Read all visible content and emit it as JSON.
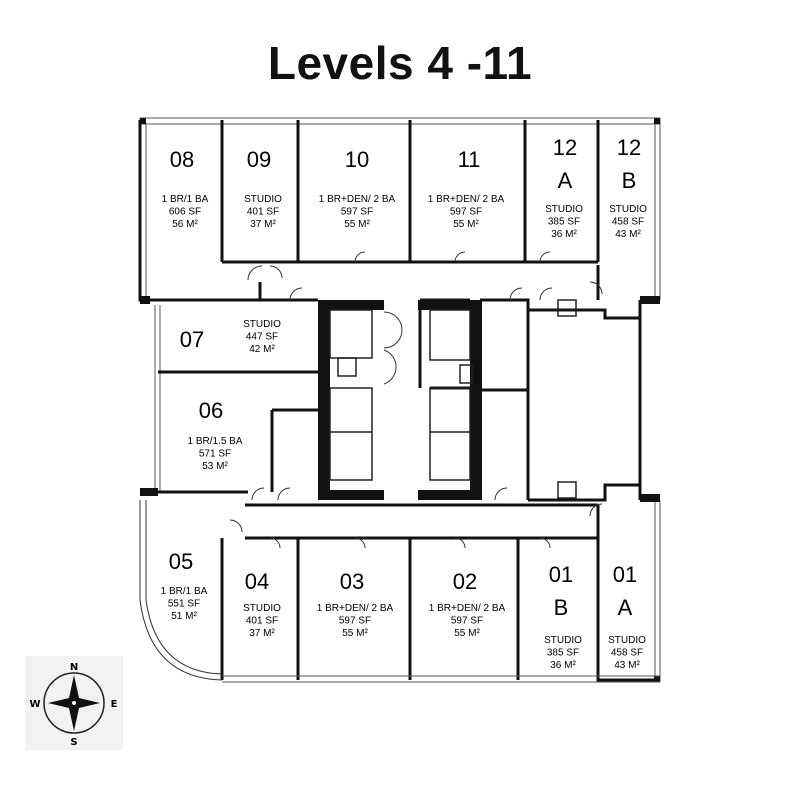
{
  "title": "Levels 4 -11",
  "units": [
    {
      "id": "u08",
      "number": "08",
      "lines": [
        "1 BR/1 BA",
        "606 SF",
        "56 M²"
      ]
    },
    {
      "id": "u09",
      "number": "09",
      "lines": [
        "STUDIO",
        "401 SF",
        "37 M²"
      ]
    },
    {
      "id": "u10",
      "number": "10",
      "lines": [
        "1 BR+DEN/ 2 BA",
        "597 SF",
        "55 M²"
      ]
    },
    {
      "id": "u11",
      "number": "11",
      "lines": [
        "1 BR+DEN/ 2 BA",
        "597 SF",
        "55 M²"
      ]
    },
    {
      "id": "u12a",
      "number": "12",
      "letter": "A",
      "lines": [
        "STUDIO",
        "385 SF",
        "36 M²"
      ]
    },
    {
      "id": "u12b",
      "number": "12",
      "letter": "B",
      "lines": [
        "STUDIO",
        "458 SF",
        "43 M²"
      ]
    },
    {
      "id": "u07",
      "number": "07",
      "lines": [
        "STUDIO",
        "447 SF",
        "42 M²"
      ]
    },
    {
      "id": "u06",
      "number": "06",
      "lines": [
        "1 BR/1.5 BA",
        "571 SF",
        "53 M²"
      ]
    },
    {
      "id": "u05",
      "number": "05",
      "lines": [
        "1 BR/1 BA",
        "551 SF",
        "51 M²"
      ]
    },
    {
      "id": "u04",
      "number": "04",
      "lines": [
        "STUDIO",
        "401 SF",
        "37 M²"
      ]
    },
    {
      "id": "u03",
      "number": "03",
      "lines": [
        "1 BR+DEN/ 2 BA",
        "597 SF",
        "55 M²"
      ]
    },
    {
      "id": "u02",
      "number": "02",
      "lines": [
        "1 BR+DEN/ 2 BA",
        "597 SF",
        "55 M²"
      ]
    },
    {
      "id": "u01b",
      "number": "01",
      "letter": "B",
      "lines": [
        "STUDIO",
        "385 SF",
        "36 M²"
      ]
    },
    {
      "id": "u01a",
      "number": "01",
      "letter": "A",
      "lines": [
        "STUDIO",
        "458 SF",
        "43 M²"
      ]
    }
  ],
  "compass": {
    "n": "N",
    "s": "S",
    "e": "E",
    "w": "W"
  }
}
